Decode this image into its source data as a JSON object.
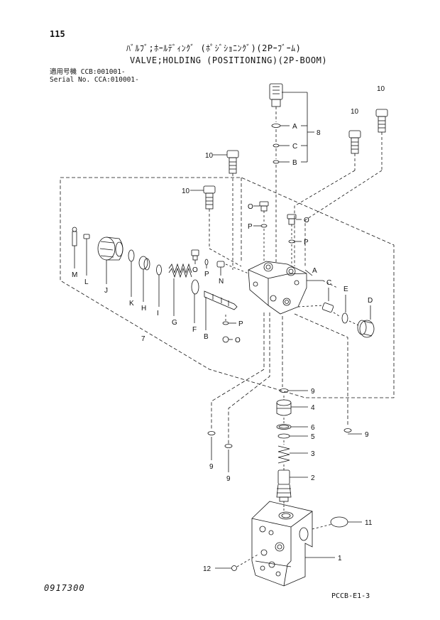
{
  "header": {
    "page_number": "115",
    "title_jp": "ﾊﾞﾙﾌﾞ;ﾎｰﾙﾃﾞｨﾝｸﾞ (ﾎﾟｼﾞｼｮﾆﾝｸﾞ)(2Pｰﾌﾞｰﾑ)",
    "title_en": "VALVE;HOLDING (POSITIONING)(2P-BOOM)",
    "serial_line_1": "適用号機 CCB:001001-",
    "serial_line_2": "Serial No. CCA:010001-"
  },
  "footer": {
    "drawing_number": "0917300",
    "catalog_code": "PCCB-E1-3"
  },
  "callouts": {
    "c1": "1",
    "c2": "2",
    "c3": "3",
    "c4": "4",
    "c5": "5",
    "c6": "6",
    "c7": "7",
    "c8": "8",
    "c9a": "9",
    "c9b": "9",
    "c9c": "9",
    "c9d": "9",
    "c10a": "10",
    "c10b": "10",
    "c10c": "10",
    "c10d": "10",
    "c11": "11",
    "c12": "12",
    "A_top": "A",
    "C_top": "C",
    "B_top": "B",
    "O_a": "O",
    "P_a": "P",
    "O_b": "O",
    "P_b": "P",
    "M": "M",
    "L": "L",
    "J": "J",
    "K": "K",
    "H": "H",
    "I": "I",
    "G": "G",
    "F": "F",
    "O_mid": "O",
    "P_mid": "P",
    "N": "N",
    "B_mid": "B",
    "A_right": "A",
    "C_right": "C",
    "E_right": "E",
    "D_right": "D",
    "P_low": "P",
    "O_low": "O"
  }
}
